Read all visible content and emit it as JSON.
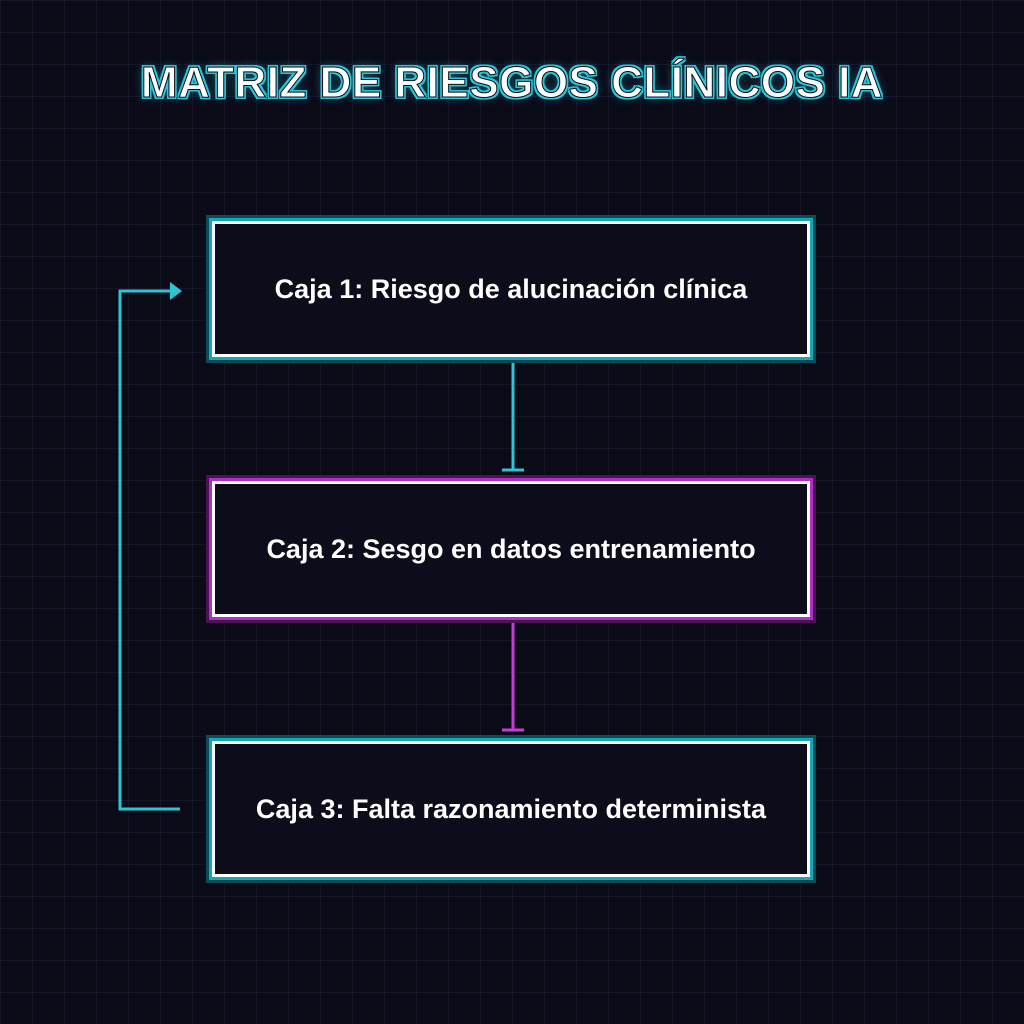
{
  "title": "MATRIZ DE RIESGOS CLÍNICOS IA",
  "boxes": [
    {
      "label": "Caja 1: Riesgo de alucinación clínica",
      "accent": "#2ec4d6"
    },
    {
      "label": "Caja 2: Sesgo en datos entrenamiento",
      "accent": "#c63ad8"
    },
    {
      "label": "Caja 3: Falta razonamiento determinista",
      "accent": "#2ec4d6"
    }
  ],
  "connectors": [
    {
      "from": "box-1",
      "to": "box-2",
      "color": "#2ec4d6"
    },
    {
      "from": "box-2",
      "to": "box-3",
      "color": "#c63ad8"
    },
    {
      "from": "box-3",
      "to": "box-1",
      "color": "#2ec4d6",
      "style": "feedback-loop"
    }
  ],
  "colors": {
    "background": "#0b0b18",
    "cyan": "#2ec4d6",
    "magenta": "#c63ad8",
    "text": "#ffffff"
  }
}
